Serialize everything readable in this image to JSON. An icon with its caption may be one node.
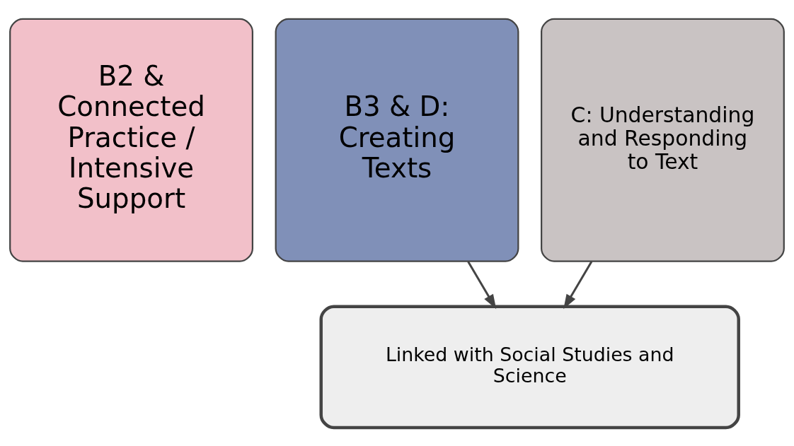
{
  "diagram": {
    "nodes": [
      {
        "text": [
          "B2 & Connected Practice / Intensive Support"
        ]
      },
      {
        "text": [
          "B3 & D: Creating Texts"
        ]
      },
      {
        "text": [
          "C: Understanding and Responding to Text"
        ]
      },
      {
        "text": [
          "Linked with Social Studies and Science"
        ]
      }
    ],
    "edges": [
      {
        "from": 1,
        "to": 3,
        "arrow": "to"
      },
      {
        "from": 2,
        "to": 3,
        "arrow": "to"
      }
    ]
  }
}
